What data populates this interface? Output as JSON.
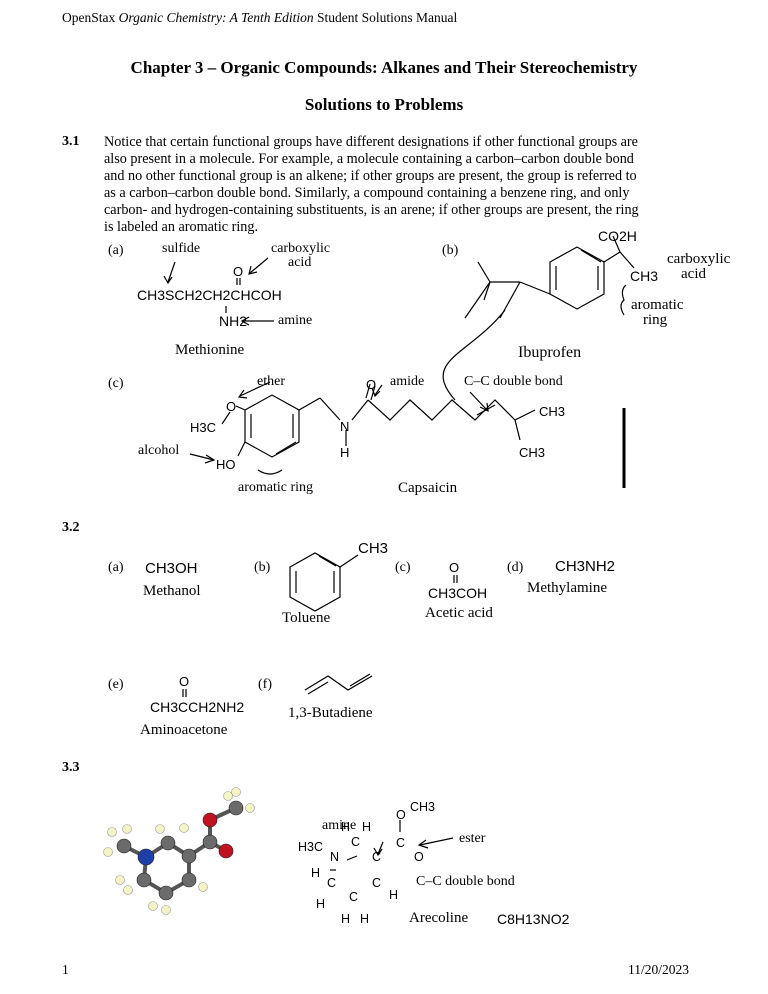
{
  "header": {
    "prefix": "OpenStax ",
    "italic": "Organic Chemistry: A Tenth Edition",
    "suffix": " Student Solutions Manual"
  },
  "chapter_title": "Chapter 3 – Organic Compounds: Alkanes and Their Stereochemistry",
  "section_title": "Solutions to Problems",
  "p31": {
    "number": "3.1",
    "text": "Notice that certain functional groups have different designations if other functional groups are also present in a molecule. For example, a molecule containing a carbon–carbon double bond and no other functional group is an alkene; if other groups are present, the group is referred to as a carbon–carbon double bond. Similarly, a compound containing a benzene ring, and only carbon- and hydrogen-containing substituents, is an arene; if other groups are present, the ring is labeled an aromatic ring.",
    "a": {
      "tag": "(a)",
      "sulfide": "sulfide",
      "carboxylic": "carboxylic",
      "acid": "acid",
      "o": "O",
      "formula": "CH3SCH2CH2CHCOH",
      "nh2": "NH2",
      "amine": "amine",
      "name": "Methionine"
    },
    "b": {
      "tag": "(b)",
      "co2h": "CO2H",
      "ch3": "CH3",
      "carboxylic": "carboxylic",
      "acid": "acid",
      "aromatic": "aromatic",
      "ring": "ring",
      "name": "Ibuprofen"
    },
    "c": {
      "tag": "(c)",
      "ether": "ether",
      "o": "O",
      "amide": "amide",
      "ccdouble": "C–C double bond",
      "h3c": "H3C",
      "ch3a": "CH3",
      "ch3b": "CH3",
      "n": "N",
      "h": "H",
      "alcohol": "alcohol",
      "ho": "HO",
      "oe": "O",
      "aromatic_ring": "aromatic ring",
      "name": "Capsaicin"
    }
  },
  "p32": {
    "number": "3.2",
    "a": {
      "tag": "(a)",
      "formula": "CH3OH",
      "name": "Methanol"
    },
    "b": {
      "tag": "(b)",
      "ch3": "CH3",
      "name": "Toluene"
    },
    "c": {
      "tag": "(c)",
      "o": "O",
      "formula": "CH3COH",
      "name": "Acetic acid"
    },
    "d": {
      "tag": "(d)",
      "formula": "CH3NH2",
      "name": "Methylamine"
    },
    "e": {
      "tag": "(e)",
      "o": "O",
      "formula": "CH3CCH2NH2",
      "name": "Aminoacetone"
    },
    "f": {
      "tag": "(f)",
      "name": "1,3-Butadiene"
    }
  },
  "p33": {
    "number": "3.3",
    "amine": "amine",
    "ester": "ester",
    "ccdouble": "C–C double bond",
    "name": "Arecoline",
    "formula": "C8H13NO2",
    "atoms": {
      "h": "H",
      "c": "C",
      "n": "N",
      "o": "O",
      "h3c": "H3C",
      "ch3": "CH3"
    }
  },
  "footer": {
    "page": "1",
    "date": "11/20/2023"
  }
}
